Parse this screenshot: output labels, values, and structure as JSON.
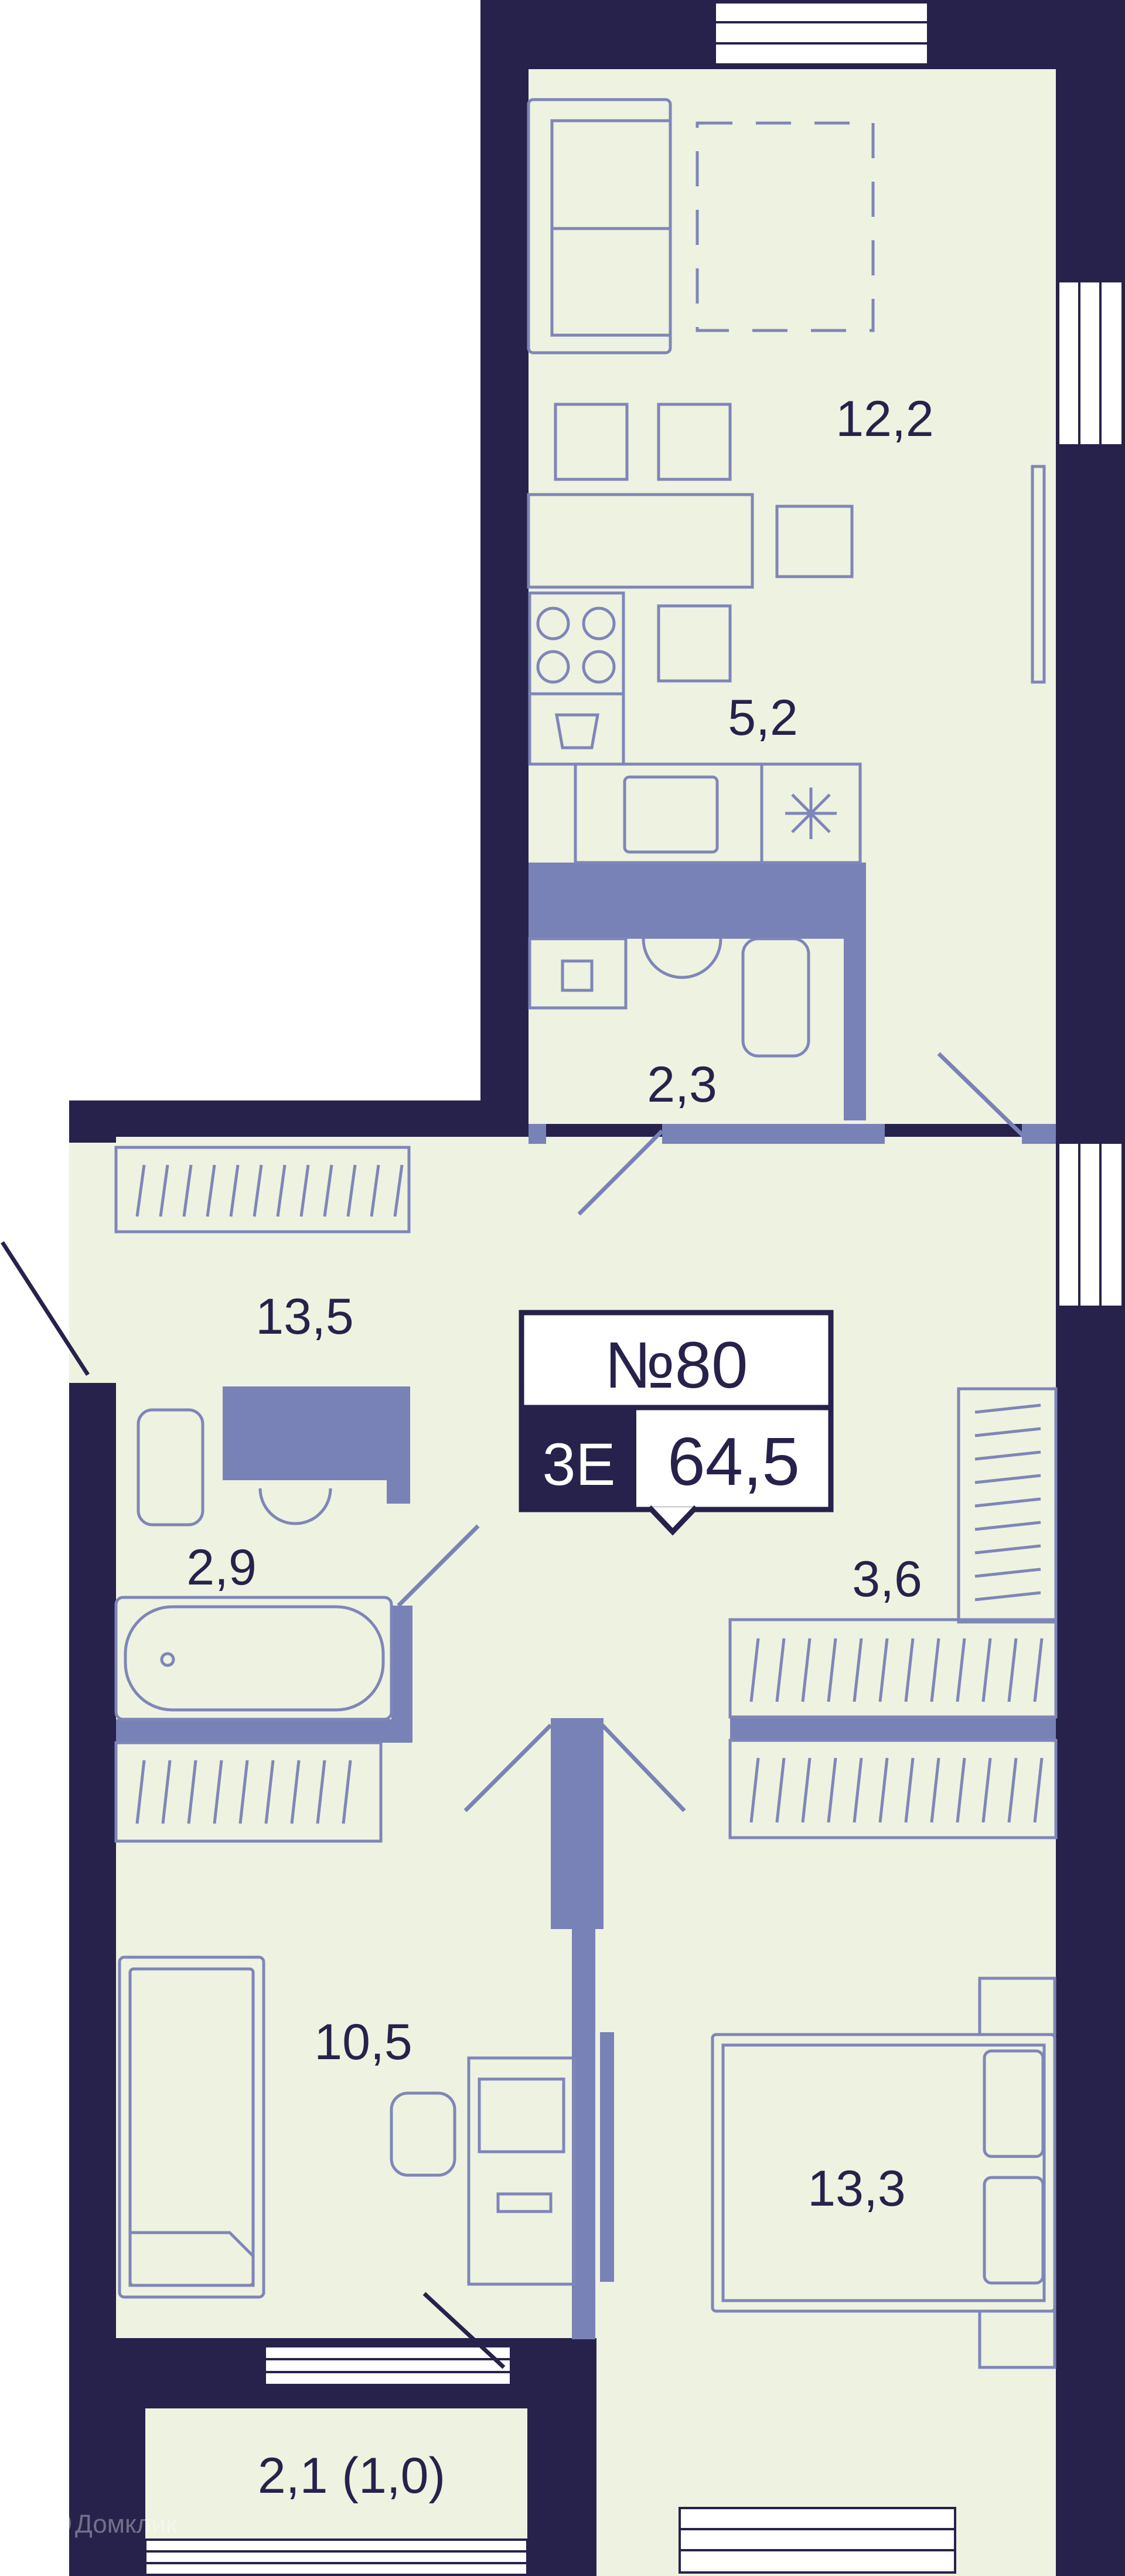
{
  "plan": {
    "apartment_number": "№80",
    "rooms_code": "3E",
    "total_area": "64,5",
    "rooms": [
      {
        "id": "living",
        "area": "12,2"
      },
      {
        "id": "kitchen",
        "area": "5,2"
      },
      {
        "id": "wc-1",
        "area": "2,3"
      },
      {
        "id": "hall",
        "area": "13,5"
      },
      {
        "id": "bathroom",
        "area": "2,9"
      },
      {
        "id": "closet",
        "area": "3,6"
      },
      {
        "id": "bedroom-1",
        "area": "10,5"
      },
      {
        "id": "bedroom-2",
        "area": "13,3"
      },
      {
        "id": "balcony",
        "area": "2,1 (1,0)"
      }
    ]
  },
  "watermark": "Домклик",
  "colors": {
    "wall": "#26224b",
    "floor": "#eef2e0",
    "furniture_line": "#7e86b8",
    "partition": "#7982b6",
    "window": "#ffffff",
    "text": "#26224b"
  }
}
